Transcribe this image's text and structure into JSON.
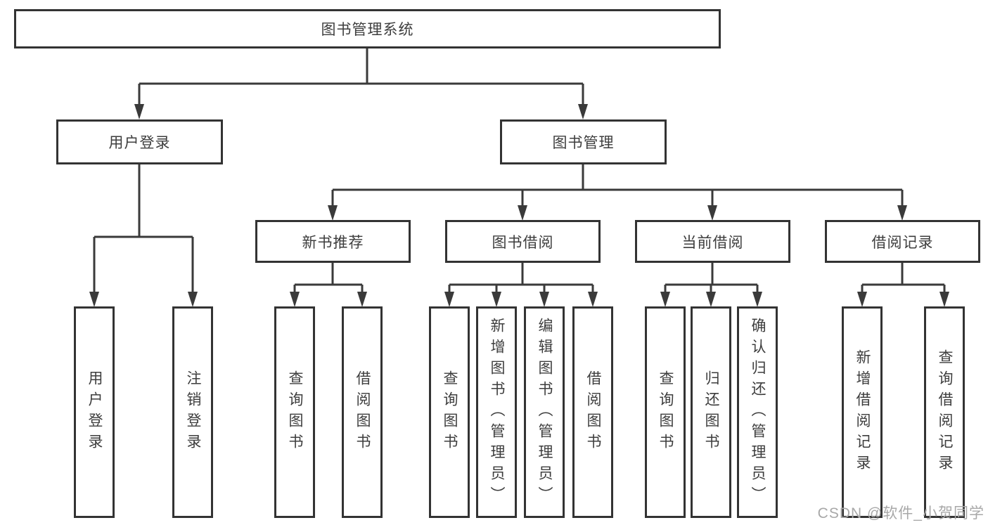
{
  "diagram": {
    "title": "图书管理系统",
    "root": {
      "label": "图书管理系统"
    },
    "level2": [
      {
        "id": "user-login",
        "label": "用户登录"
      },
      {
        "id": "book-management",
        "label": "图书管理"
      }
    ],
    "level3": [
      {
        "id": "new-book-recommend",
        "label": "新书推荐",
        "parent": "book-management"
      },
      {
        "id": "book-borrow",
        "label": "图书借阅",
        "parent": "book-management"
      },
      {
        "id": "current-borrow",
        "label": "当前借阅",
        "parent": "book-management"
      },
      {
        "id": "borrow-records",
        "label": "借阅记录",
        "parent": "book-management"
      }
    ],
    "leaves": [
      {
        "group": "user-login",
        "label": "用户登录"
      },
      {
        "group": "user-login",
        "label": "注销登录"
      },
      {
        "group": "new-book-recommend",
        "label": "查询图书"
      },
      {
        "group": "new-book-recommend",
        "label": "借阅图书"
      },
      {
        "group": "book-borrow",
        "label": "查询图书"
      },
      {
        "group": "book-borrow",
        "label": "新增图书（管理员）"
      },
      {
        "group": "book-borrow",
        "label": "编辑图书（管理员）"
      },
      {
        "group": "book-borrow",
        "label": "借阅图书"
      },
      {
        "group": "current-borrow",
        "label": "查询图书"
      },
      {
        "group": "current-borrow",
        "label": "归还图书"
      },
      {
        "group": "current-borrow",
        "label": "确认归还（管理员）"
      },
      {
        "group": "borrow-records",
        "label": "新增借阅记录"
      },
      {
        "group": "borrow-records",
        "label": "查询借阅记录"
      }
    ],
    "watermark": "CSDN @软件_小贺同学",
    "colors": {
      "line": "#3a3a3a",
      "box_border": "#333333",
      "text": "#3d3d3d",
      "watermark": "#a8a8a8",
      "background": "#ffffff"
    }
  }
}
